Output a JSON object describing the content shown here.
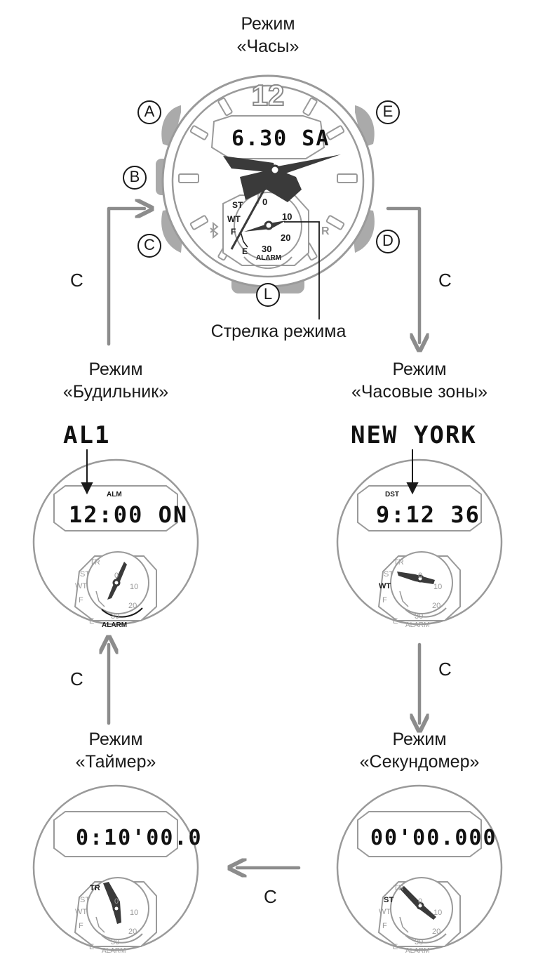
{
  "modes": {
    "clock": {
      "line1": "Режим",
      "line2": "«Часы»"
    },
    "world": {
      "line1": "Режим",
      "line2": "«Часовые зоны»"
    },
    "stopwatch": {
      "line1": "Режим",
      "line2": "«Секундомер»"
    },
    "timer": {
      "line1": "Режим",
      "line2": "«Таймер»"
    },
    "alarm": {
      "line1": "Режим",
      "line2": "«Будильник»"
    }
  },
  "mode_hand_label": "Стрелка режима",
  "arrow_label": "C",
  "buttons": [
    "A",
    "B",
    "C",
    "D",
    "E",
    "L"
  ],
  "main_watch": {
    "number_12": "12",
    "lcd": "6.30 SA",
    "dial_labels": {
      "top": "0",
      "ten": "10",
      "twenty": "20",
      "thirty": "30",
      "st": "ST",
      "wt": "WT",
      "f": "F",
      "e": "E",
      "alarm": "ALARM"
    },
    "right_mark": "R"
  },
  "screens": {
    "world": {
      "callout": "NEW YORK",
      "tag": "DST",
      "lcd": "9:12 36"
    },
    "alarm": {
      "callout": "AL1",
      "tag": "ALM",
      "lcd": "12:00 ON"
    },
    "stopwatch": {
      "lcd": "00'00.000"
    },
    "timer": {
      "lcd": "0:10'00.0"
    }
  },
  "subdial_labels": {
    "tr": "TR",
    "st": "ST",
    "wt": "WT",
    "f": "F",
    "e": "E",
    "zero": "0",
    "ten": "10",
    "twenty": "20",
    "thirty": "30",
    "alarm": "ALARM"
  },
  "colors": {
    "outline": "#9a9a9a",
    "button": "#aaaaaa",
    "arrow": "#8c8c8c",
    "hand": "#3a3a3a",
    "text": "#1a1a1a"
  }
}
